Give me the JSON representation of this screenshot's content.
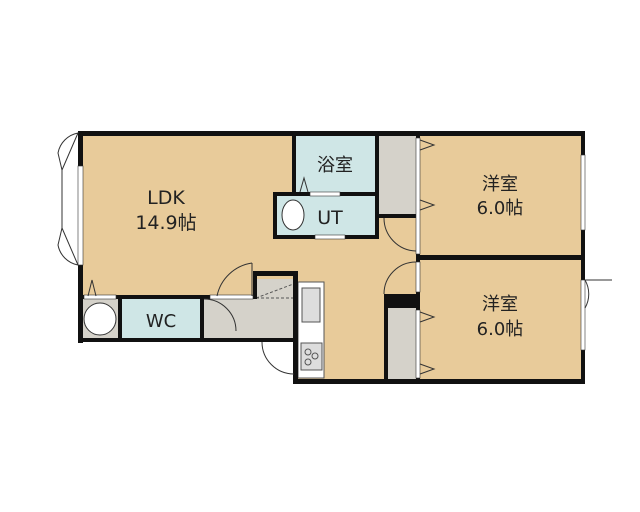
{
  "rooms": {
    "ldk": {
      "name": "LDK",
      "size": "14.9帖"
    },
    "bath": {
      "name": "浴室"
    },
    "ut": {
      "name": "UT"
    },
    "wc": {
      "name": "WC"
    },
    "western1": {
      "name": "洋室",
      "size": "6.0帖"
    },
    "western2": {
      "name": "洋室",
      "size": "6.0帖"
    }
  },
  "colors": {
    "floor": "#e8cb9a",
    "wet": "#cfe6e6",
    "storage": "#d5d2ca",
    "wall": "#111111"
  }
}
